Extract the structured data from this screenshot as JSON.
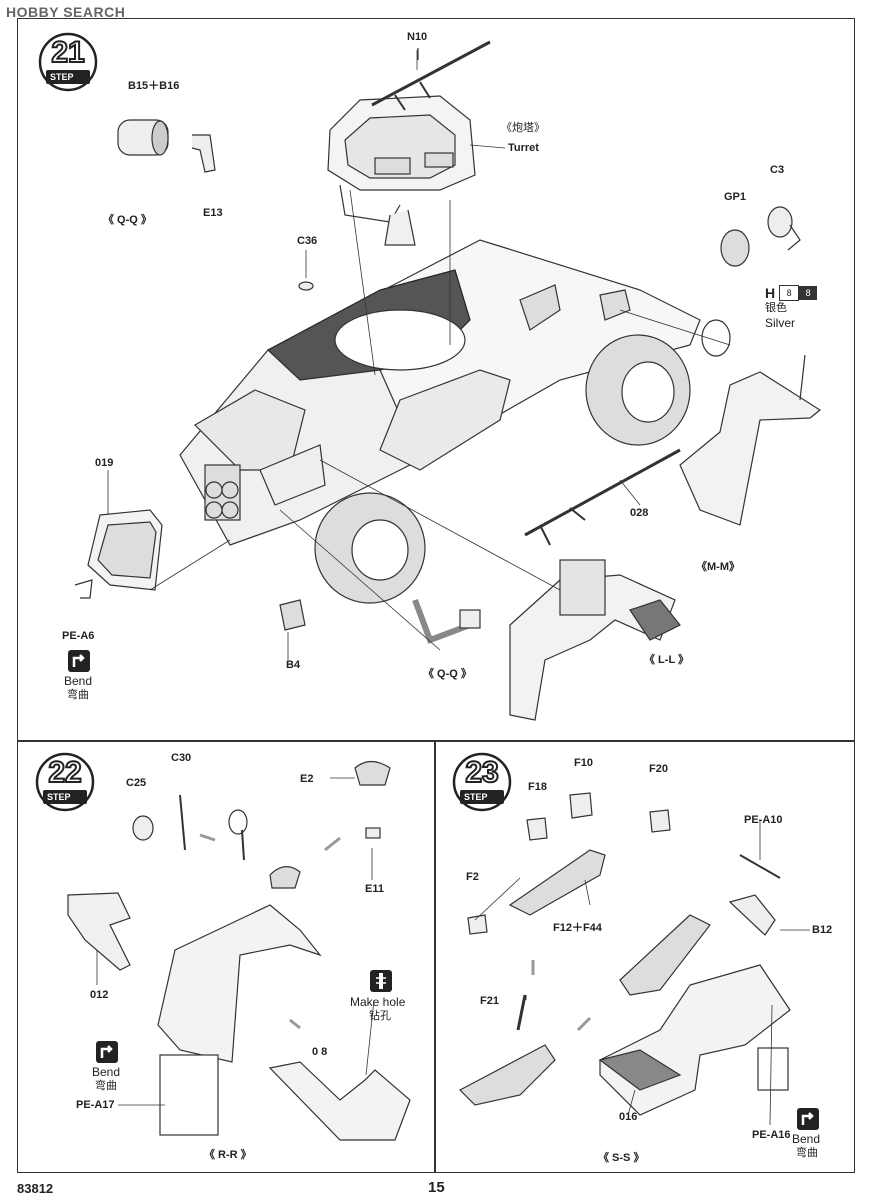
{
  "watermark": "HOBBY SEARCH",
  "step21": {
    "number": "21",
    "tag": "STEP",
    "labels": {
      "n10": "N10",
      "turret_cn": "《炮塔》",
      "turret_en": "Turret",
      "b15b16": "B15＋B16",
      "e13": "E13",
      "qq_top": "《 Q-Q 》",
      "c36": "C36",
      "gp1": "GP1",
      "c3": "C3",
      "paint_code": "H",
      "paint_num1": "8",
      "paint_num2": "8",
      "silver_cn": "银色",
      "silver_en": "Silver",
      "o19": "019",
      "o28": "028",
      "mm": "《M-M》",
      "pe_a6": "PE-A6",
      "bend_en": "Bend",
      "bend_cn": "弯曲",
      "b4": "B4",
      "qq_bottom": "《 Q-Q 》",
      "ll": "《 L-L 》"
    }
  },
  "step22": {
    "number": "22",
    "tag": "STEP",
    "labels": {
      "c30": "C30",
      "c25": "C25",
      "e2": "E2",
      "e11": "E11",
      "o12": "012",
      "make_hole_en": "Make hole",
      "make_hole_cn": "钻孔",
      "o8": "0 8",
      "bend_en": "Bend",
      "bend_cn": "弯曲",
      "pe_a17": "PE-A17",
      "rr": "《 R-R 》"
    }
  },
  "step23": {
    "number": "23",
    "tag": "STEP",
    "labels": {
      "f10": "F10",
      "f18": "F18",
      "f20": "F20",
      "pe_a10": "PE-A10",
      "f2": "F2",
      "f12f44": "F12＋F44",
      "b12": "B12",
      "f21": "F21",
      "o16": "016",
      "pe_a16": "PE-A16",
      "bend_en": "Bend",
      "bend_cn": "弯曲",
      "ss": "《 S-S 》"
    }
  },
  "footer": {
    "kit_number": "83812",
    "page_number": "15"
  }
}
